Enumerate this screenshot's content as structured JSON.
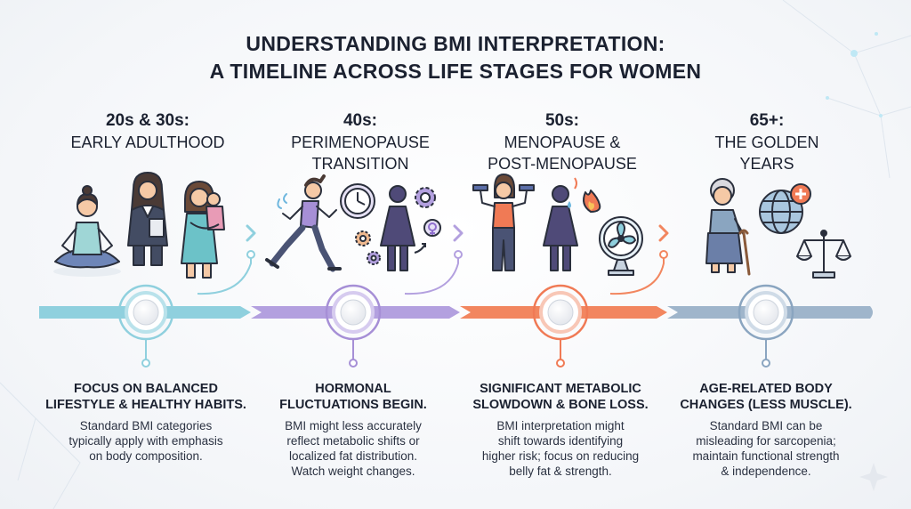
{
  "title": {
    "line1": "UNDERSTANDING BMI INTERPRETATION:",
    "line2": "A TIMELINE ACROSS LIFE STAGES FOR WOMEN"
  },
  "colors": {
    "stage1": "#7dc3d3",
    "stage2": "#a68fd6",
    "stage3": "#f07a55",
    "stage4": "#8aa5c0"
  },
  "stages": [
    {
      "age": "20s & 30s:",
      "name": "EARLY ADULTHOOD",
      "headline": "FOCUS ON BALANCED\nLIFESTYLE & HEALTHY HABITS.",
      "body": "Standard BMI categories\ntypically apply with emphasis\non body composition.",
      "icons": [
        "meditating-woman-icon",
        "businesswoman-icon",
        "mother-with-baby-icon"
      ]
    },
    {
      "age": "40s:",
      "name": "PERIMENOPAUSE\nTRANSITION",
      "headline": "HORMONAL\nFLUCTUATIONS BEGIN.",
      "body": "BMI might less accurately\nreflect metabolic shifts or\nlocalized fat distribution.\nWatch weight changes.",
      "icons": [
        "running-woman-icon",
        "clock-icon",
        "woman-silhouette-icon",
        "gear-icon",
        "female-symbol-icon"
      ]
    },
    {
      "age": "50s:",
      "name": "MENOPAUSE &\nPOST-MENOPAUSE",
      "headline": "SIGNIFICANT METABOLIC\nSLOWDOWN & BONE LOSS.",
      "body": "BMI interpretation might\nshift towards identifying\nhigher risk; focus on reducing\nbelly fat & strength.",
      "icons": [
        "woman-with-dumbbells-icon",
        "hot-flash-woman-icon",
        "flame-icon",
        "fan-icon"
      ]
    },
    {
      "age": "65+:",
      "name": "THE GOLDEN\nYEARS",
      "headline": "AGE-RELATED BODY\nCHANGES (LESS MUSCLE).",
      "body": "Standard BMI can be\nmisleading for sarcopenia;\nmaintain functional strength\n& independence.",
      "icons": [
        "elderly-woman-with-cane-icon",
        "globe-health-icon",
        "balance-scale-icon"
      ]
    }
  ]
}
